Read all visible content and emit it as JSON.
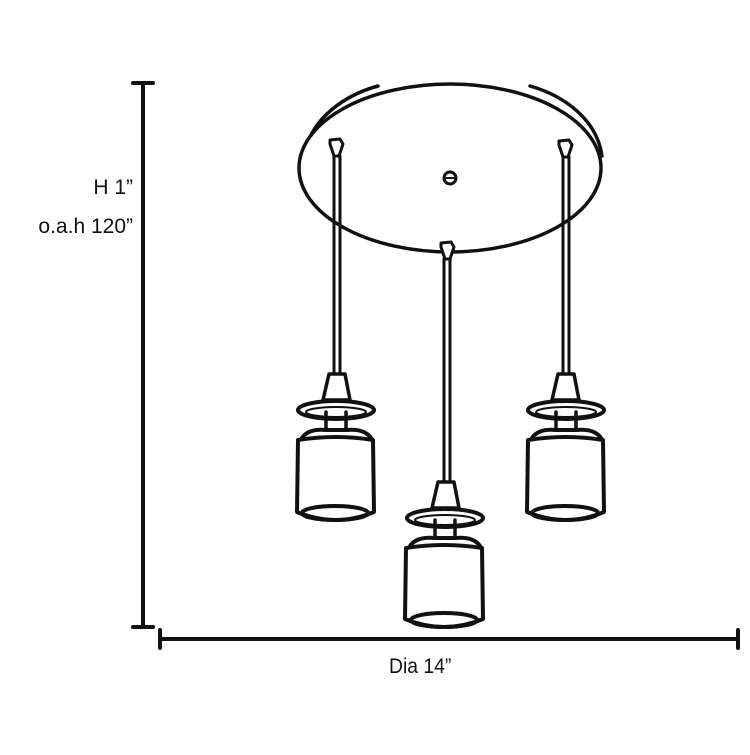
{
  "diagram": {
    "subject": "3-light round canopy pendant fixture",
    "colors": {
      "line": "#111111",
      "background": "#ffffff"
    },
    "dimensions": {
      "height_label": "H 1”",
      "overall_height_label": "o.a.h 120”",
      "diameter_label": "Dia 14”"
    },
    "components": {
      "canopy": "round canopy plate",
      "pendants": [
        {
          "name": "left-pendant",
          "position": "left"
        },
        {
          "name": "center-pendant",
          "position": "center"
        },
        {
          "name": "right-pendant",
          "position": "right"
        }
      ]
    }
  }
}
